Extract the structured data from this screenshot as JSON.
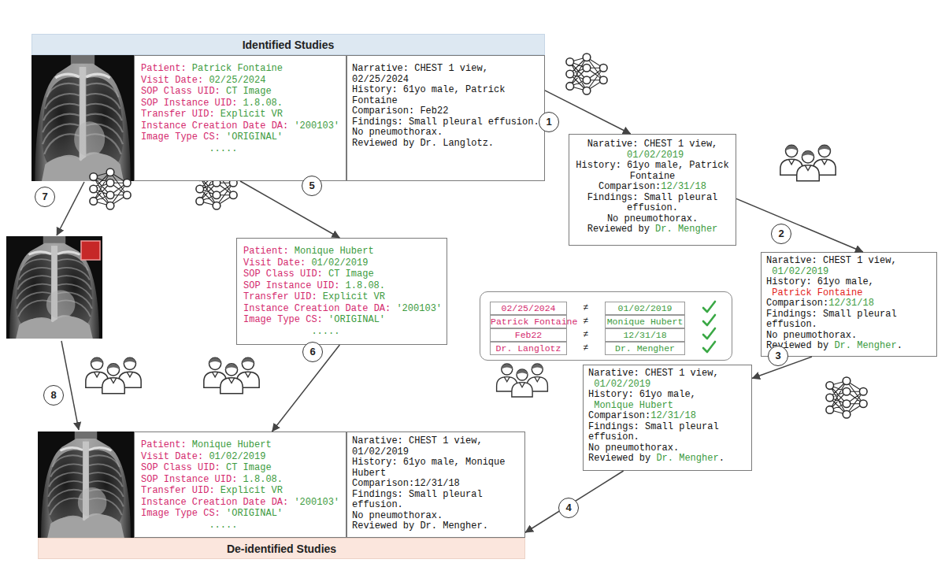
{
  "diagram": {
    "nodes": [
      {
        "text": [
          "Identified Studies"
        ]
      },
      {
        "text": [
          "Patient:",
          "Patrick Fontaine",
          "Visit Date:",
          "02/25/2024",
          "SOP Class UID:",
          "CT Image",
          "SOP Instance UID:",
          "1.8.08.",
          "Transfer UID:",
          "Explicit VR",
          "Instance Creation Date DA:",
          "'200103'",
          "Image Type CS:",
          "'ORIGINAL'",
          "....."
        ],
        "in": 0
      },
      {
        "text": [
          "Narrative: CHEST 1 view, 02/25/2024",
          "History: 61yo male, Patrick Fontaine",
          "Comparison: Feb22",
          "Findings: Small pleural effusion.",
          "No pneumothorax.",
          "Reviewed by Dr. Langlotz."
        ],
        "in": 0
      },
      {
        "text": [
          "Narative: CHEST 1 view,",
          "01/02/2019",
          "History: 61yo male, Patrick Fontaine",
          "Comparison:",
          "12/31/18",
          "Findings: Small pleural effusion.",
          "No pneumothorax.",
          "Reviewed by",
          "Dr. Mengher"
        ]
      },
      {
        "text": [
          "Patient:",
          "Monique Hubert",
          "Visit Date:",
          "01/02/2019",
          "SOP Class UID:",
          "CT Image",
          "SOP Instance UID:",
          "1.8.08.",
          "Transfer UID:",
          "Explicit VR",
          "Instance Creation Date DA:",
          "'200103'",
          "Image Type CS:",
          "'ORIGINAL'",
          "....."
        ]
      },
      {
        "text": [
          "Narative: CHEST 1 view,",
          "01/02/2019",
          "History: 61yo male,",
          "Patrick Fontaine",
          "Comparison:",
          "12/31/18",
          "Findings: Small pleural effusion.",
          "No pneumothorax.",
          "Reviewed by",
          "Dr. Mengher",
          "."
        ]
      },
      {
        "text": [
          "02/25/2024",
          "≠",
          "01/02/2019",
          "Patrick Fontaine",
          "≠",
          "Monique Hubert",
          "Feb22",
          "≠",
          "12/31/18",
          "Dr. Langlotz",
          "≠",
          "Dr. Mengher"
        ]
      },
      {
        "text": [
          "Narative: CHEST 1 view,",
          "01/02/2019",
          "History: 61yo male,",
          "Monique Hubert",
          "Comparison:",
          "12/31/18",
          "Findings: Small pleural effusion.",
          "No pneumothorax.",
          "Reviewed by",
          "Dr. Mengher",
          "."
        ]
      },
      {
        "text": [
          "De-identified Studies"
        ]
      },
      {
        "text": [
          "Patient:",
          "Monique Hubert",
          "Visit Date:",
          "01/02/2019",
          "SOP Class UID:",
          "CT Image",
          "SOP Instance UID:",
          "1.8.08.",
          "Transfer UID:",
          "Explicit VR",
          "Instance Creation Date DA:",
          "'200103'",
          "Image Type CS:",
          "'ORIGINAL'",
          "....."
        ],
        "in": 8
      },
      {
        "text": [
          "Narative: CHEST 1 view, 01/02/2019",
          "History: 61yo male, Monique Hubert",
          "Comparison:12/31/18",
          "Findings: Small pleural effusion.",
          "No pneumothorax.",
          "Reviewed by Dr. Mengher."
        ],
        "in": 8
      }
    ],
    "edges": [
      {
        "from": 2,
        "to": 3,
        "arrow": "to",
        "label": "1"
      },
      {
        "from": 3,
        "to": 5,
        "arrow": "to",
        "label": "2"
      },
      {
        "from": 5,
        "to": 7,
        "arrow": "to",
        "label": "3"
      },
      {
        "from": 7,
        "to": 10,
        "arrow": "to",
        "label": "4"
      },
      {
        "from": 1,
        "to": 4,
        "arrow": "to",
        "label": "5"
      },
      {
        "from": 4,
        "to": 9,
        "arrow": "to",
        "label": "6"
      }
    ],
    "labels": [
      "7",
      "8"
    ]
  }
}
